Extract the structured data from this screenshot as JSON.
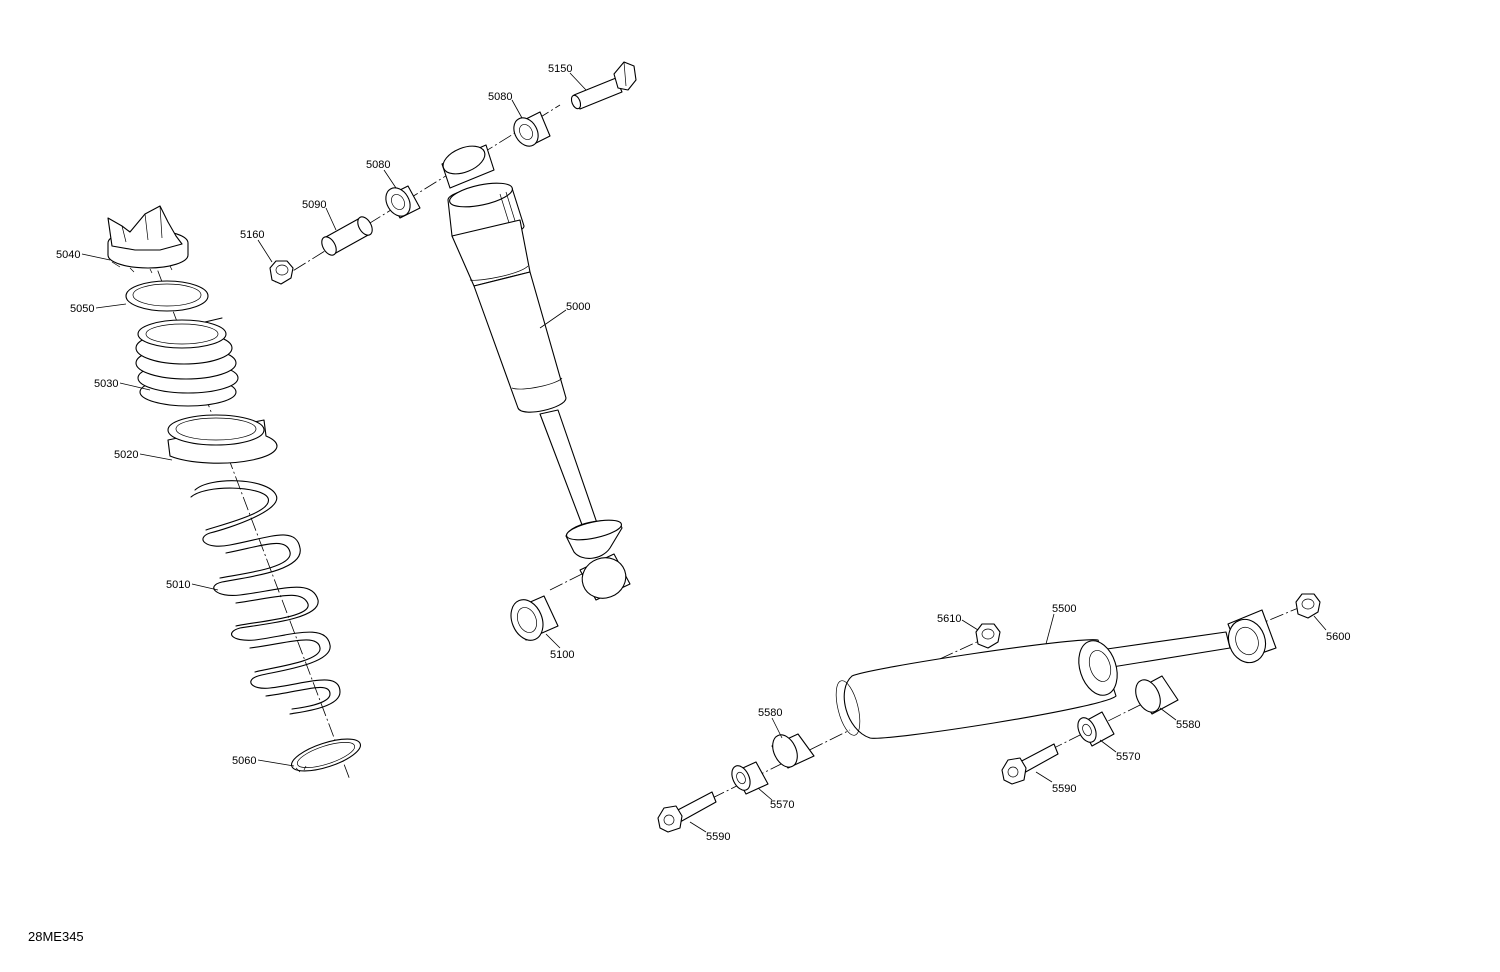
{
  "figure_code": "28ME345",
  "labels": {
    "p5000": "5000",
    "p5010": "5010",
    "p5020": "5020",
    "p5030": "5030",
    "p5040": "5040",
    "p5050": "5050",
    "p5060": "5060",
    "p5080a": "5080",
    "p5080b": "5080",
    "p5090": "5090",
    "p5100": "5100",
    "p5150": "5150",
    "p5160": "5160",
    "p5500": "5500",
    "p5570a": "5570",
    "p5570b": "5570",
    "p5580a": "5580",
    "p5580b": "5580",
    "p5590a": "5590",
    "p5590b": "5590",
    "p5600": "5600",
    "p5610": "5610"
  }
}
